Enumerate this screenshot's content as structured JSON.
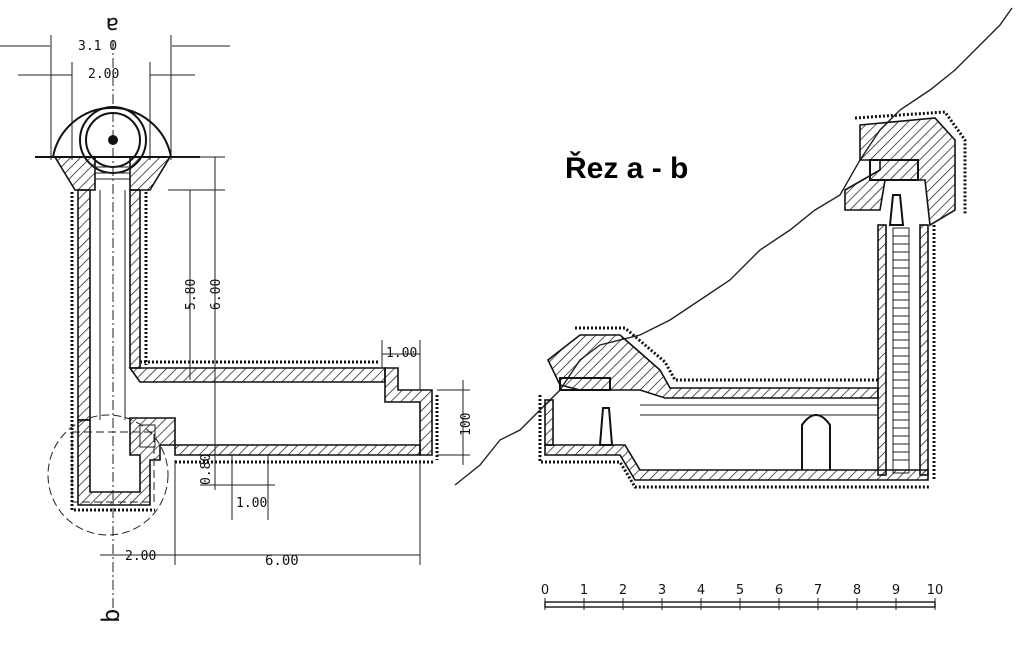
{
  "section_title": "Řez a - b",
  "section_marks": {
    "a": "a",
    "b": "b"
  },
  "plan_dimensions": {
    "outer_diameter": "3.1 0",
    "inner_diameter": "2.00",
    "shaft_depth_inner": "5.80",
    "shaft_depth_outer": "6.00",
    "step_width": "1.00",
    "corridor_height": "100",
    "floor_step": "0.80",
    "floor_width": "1.00",
    "room_width": "2.00",
    "corridor_length": "6.00"
  },
  "scale_bar": {
    "ticks": [
      "0",
      "1",
      "2",
      "3",
      "4",
      "5",
      "6",
      "7",
      "8",
      "9",
      "10"
    ]
  }
}
